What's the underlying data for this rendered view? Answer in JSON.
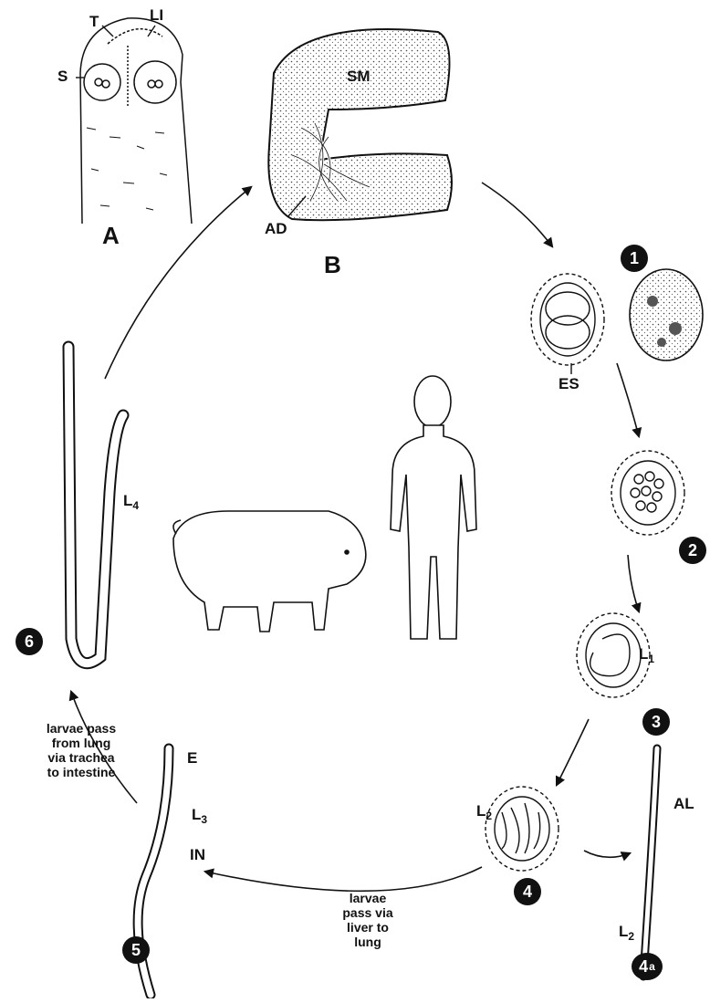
{
  "figure": {
    "panel_labels": {
      "a": "A",
      "b": "B"
    },
    "scolex_labels": {
      "t": "T",
      "li": "LI",
      "s": "S"
    },
    "intestine_labels": {
      "sm": "SM",
      "ad": "AD"
    },
    "egg_label": "ES",
    "stage_numbers": [
      "1",
      "2",
      "3",
      "4",
      "5",
      "6"
    ],
    "stage_4a": {
      "number": "4",
      "suffix": "a"
    },
    "larva_labels": {
      "l1": {
        "base": "L",
        "sub": "1"
      },
      "l2_egg": {
        "base": "L",
        "sub": "2"
      },
      "l2_free": {
        "base": "L",
        "sub": "2"
      },
      "l3": {
        "base": "L",
        "sub": "3"
      },
      "l4": {
        "base": "L",
        "sub": "4"
      },
      "al": "AL",
      "e": "E",
      "in": "IN"
    },
    "notes": {
      "liver": [
        "larvae",
        "pass via",
        "liver to",
        "lung"
      ],
      "trachea": [
        "larvae pass",
        "from lung",
        "via trachea",
        "to intestine"
      ]
    },
    "hosts": [
      "pig-icon",
      "human-icon"
    ],
    "ink_color": "#111111"
  }
}
